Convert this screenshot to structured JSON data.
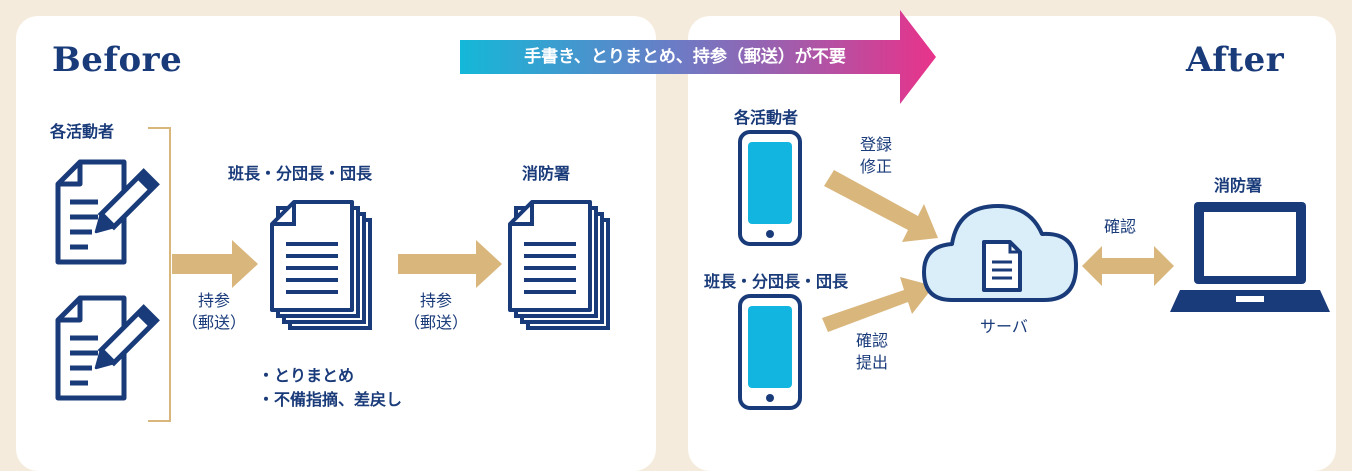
{
  "banner": {
    "text": "手書き、とりまとめ、持参（郵送）が不要"
  },
  "before": {
    "heading": "Before",
    "actors": {
      "members": "各活動者",
      "leaders": "班長・分団長・団長",
      "station": "消防署"
    },
    "steps": {
      "carry1": [
        "持参",
        "（郵送）"
      ],
      "carry2": [
        "持参",
        "（郵送）"
      ]
    },
    "notes": [
      "・とりまとめ",
      "・不備指摘、差戻し"
    ]
  },
  "after": {
    "heading": "After",
    "actors": {
      "members": "各活動者",
      "leaders": "班長・分団長・団長",
      "station": "消防署",
      "server": "サーバ"
    },
    "actions": {
      "register": [
        "登録",
        "修正"
      ],
      "review": [
        "確認",
        "提出"
      ],
      "confirm": "確認"
    }
  },
  "colors": {
    "navy": "#1a3b7a",
    "cyan": "#12b5e0",
    "cloud": "#d9eef9",
    "arrow": "#d9b67c",
    "bracket": "#d9b67c",
    "banner_start": "#14b8d8",
    "banner_end": "#e8338a",
    "background": "#f5ebdd"
  }
}
